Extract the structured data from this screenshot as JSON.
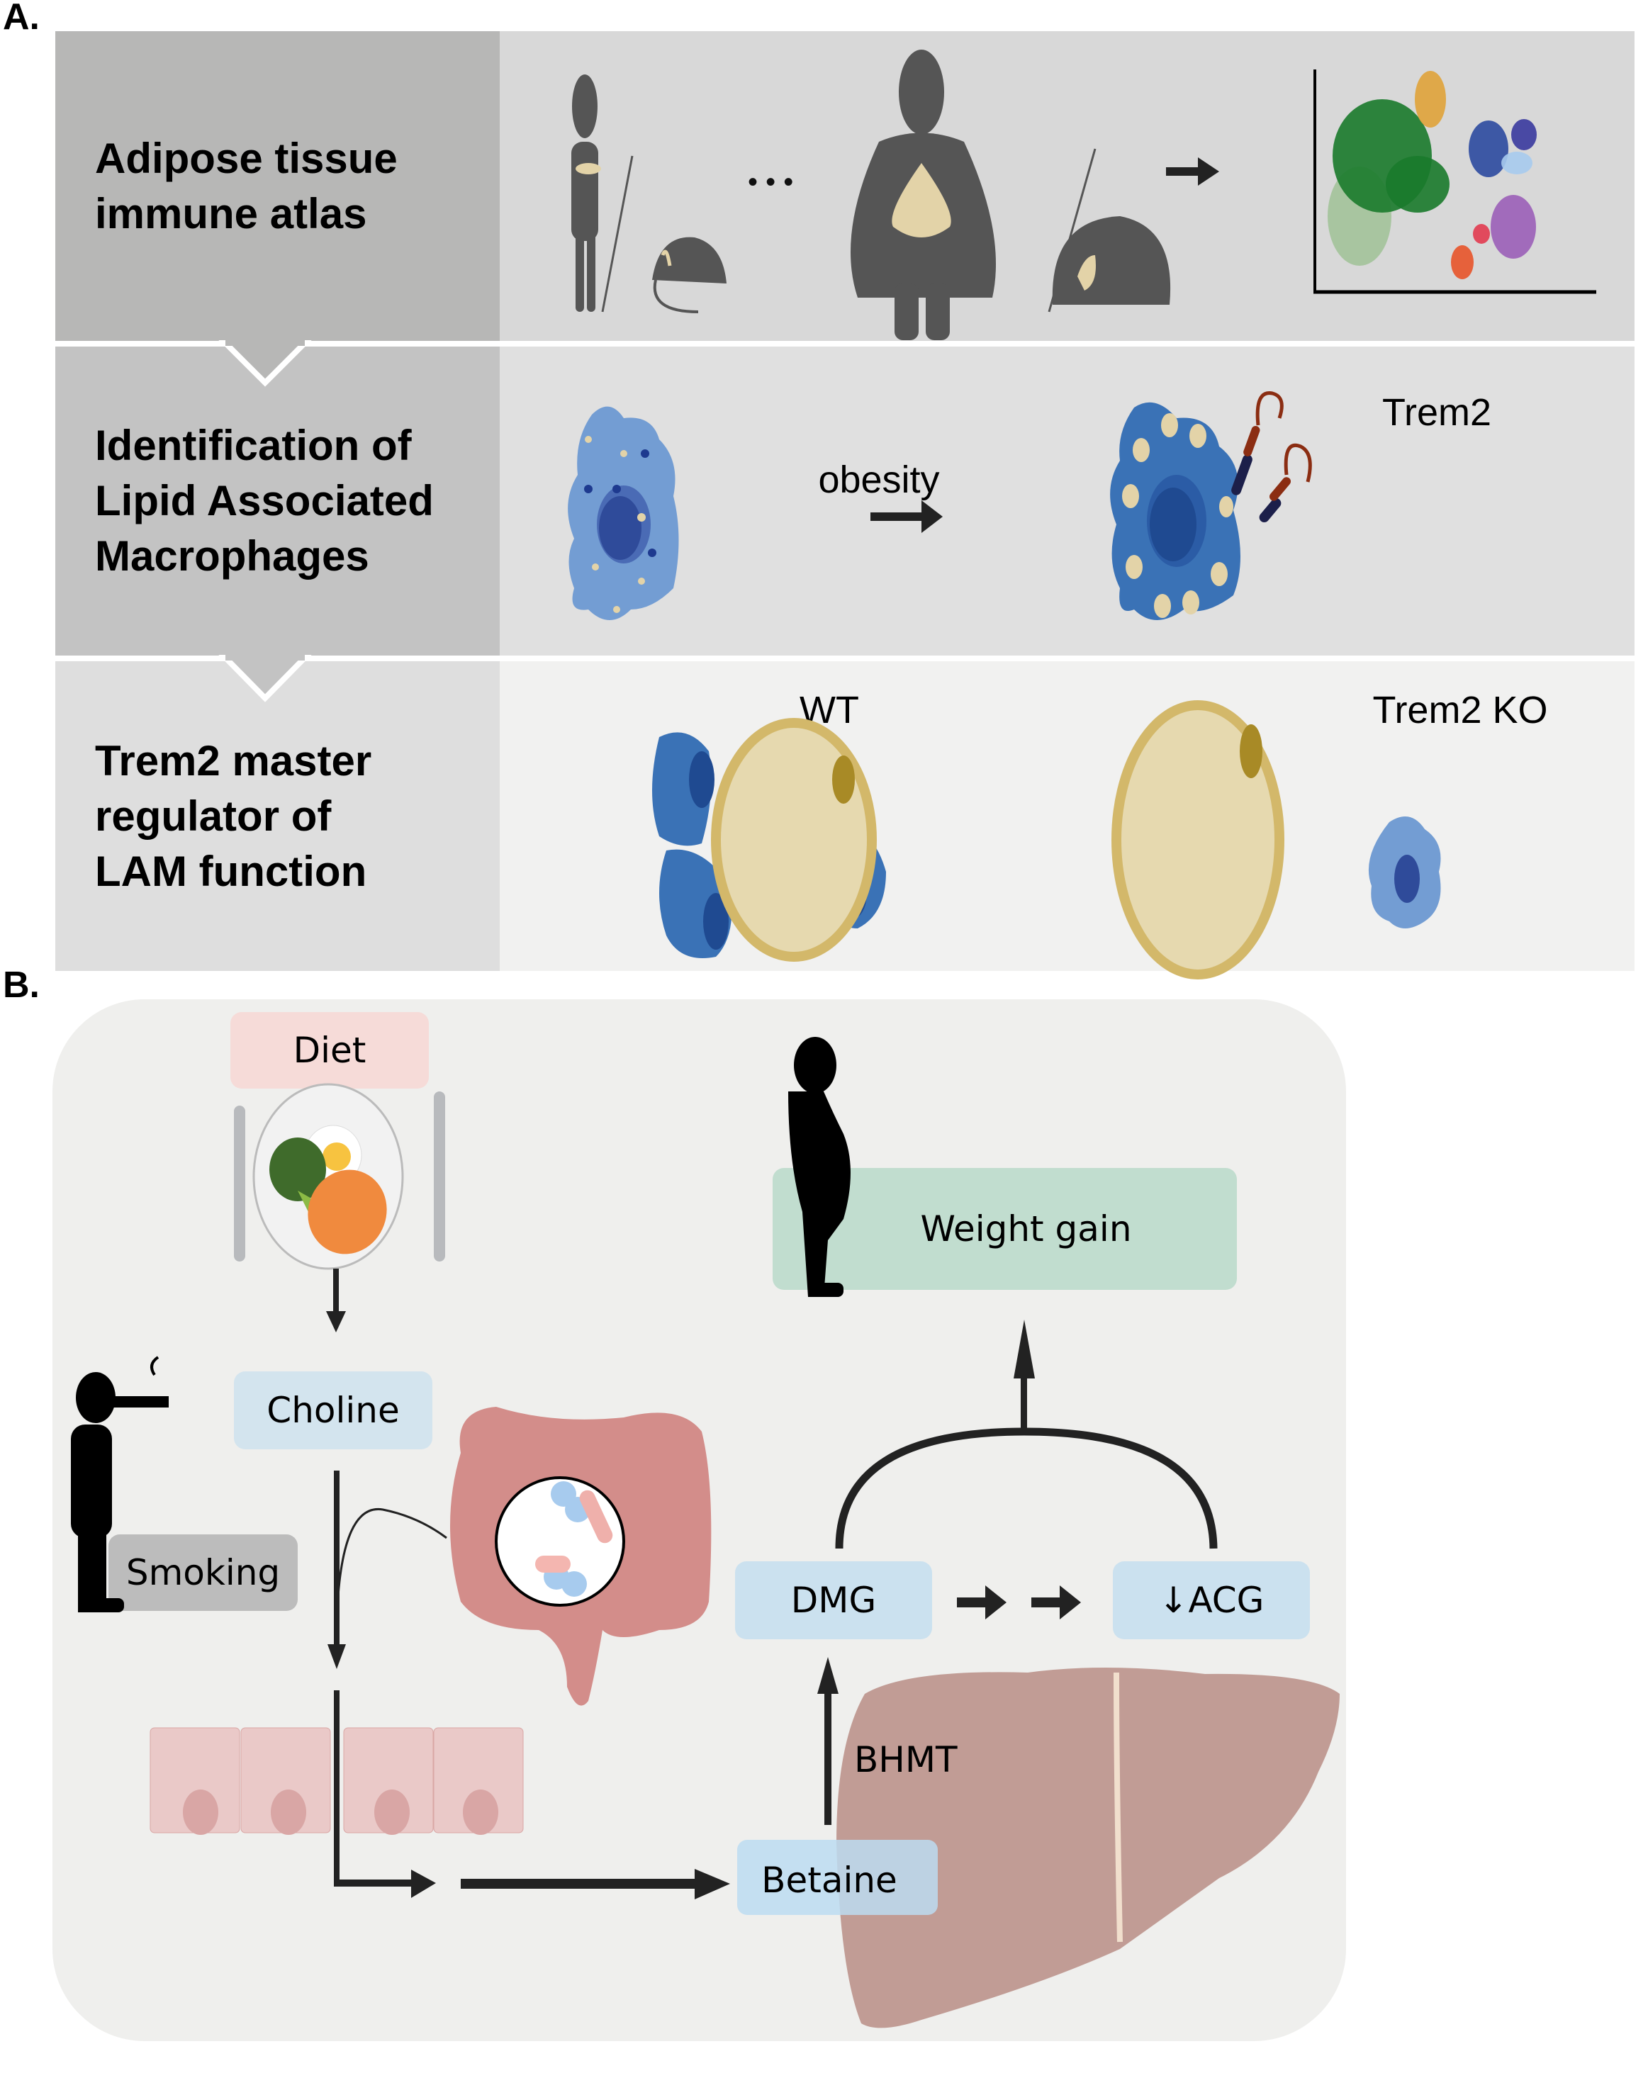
{
  "panel_a": {
    "label": "A.",
    "rows": [
      {
        "title_lines": [
          "Adipose tissue",
          "immune atlas"
        ]
      },
      {
        "title_lines": [
          "Identification of",
          "Lipid Associated",
          "Macrophages"
        ],
        "arrow_label": "obesity",
        "receptor_label": "Trem2"
      },
      {
        "title_lines": [
          "Trem2 master",
          "regulator of",
          "LAM function"
        ],
        "left_label": "WT",
        "right_label": "Trem2 KO"
      }
    ],
    "ellipsis": "• • •",
    "colors": {
      "row1_left": "#b7b7b6",
      "row1_right": "#d8d8d8",
      "row2_left": "#c3c3c3",
      "row2_right": "#e0e0e0",
      "row3_left": "#dedede",
      "row3_right": "#f1f1f0",
      "silhouette": "#555555",
      "fat": "#e3d3a8",
      "macrophage_light": "#739dd3",
      "macrophage_dark": "#3a72b6",
      "adipocyte_fill": "#e6d9af",
      "adipocyte_border": "#d3b86a",
      "trem2": "#8b2d12"
    },
    "clusters": [
      {
        "name": "green",
        "color": "#1a7a2b"
      },
      {
        "name": "light-green",
        "color": "#a3c39a"
      },
      {
        "name": "orange",
        "color": "#e0a33a"
      },
      {
        "name": "blue",
        "color": "#2c4aa0"
      },
      {
        "name": "navy",
        "color": "#3a3a9e"
      },
      {
        "name": "light-blue",
        "color": "#a7cbee"
      },
      {
        "name": "purple",
        "color": "#9b5fb8"
      },
      {
        "name": "red",
        "color": "#e23b50"
      },
      {
        "name": "red-orange",
        "color": "#e8542a"
      }
    ]
  },
  "panel_b": {
    "label": "B.",
    "nodes": {
      "diet": "Diet",
      "choline": "Choline",
      "smoking": "Smoking",
      "weight_gain": "Weight gain",
      "dmg": "DMG",
      "acg": "↓ACG",
      "betaine": "Betaine",
      "bhmt": "BHMT"
    },
    "colors": {
      "background": "#efefed",
      "diet_box": "#f6dbd8",
      "metabolite_box": "#cbe1ef",
      "smoking_box": "#bcbcbc",
      "weight_box": "#c1ddcf",
      "liver": "#c19c95",
      "gut": "#d38d8a",
      "epithelium": "#eac9c8",
      "arrow": "#222222"
    }
  }
}
